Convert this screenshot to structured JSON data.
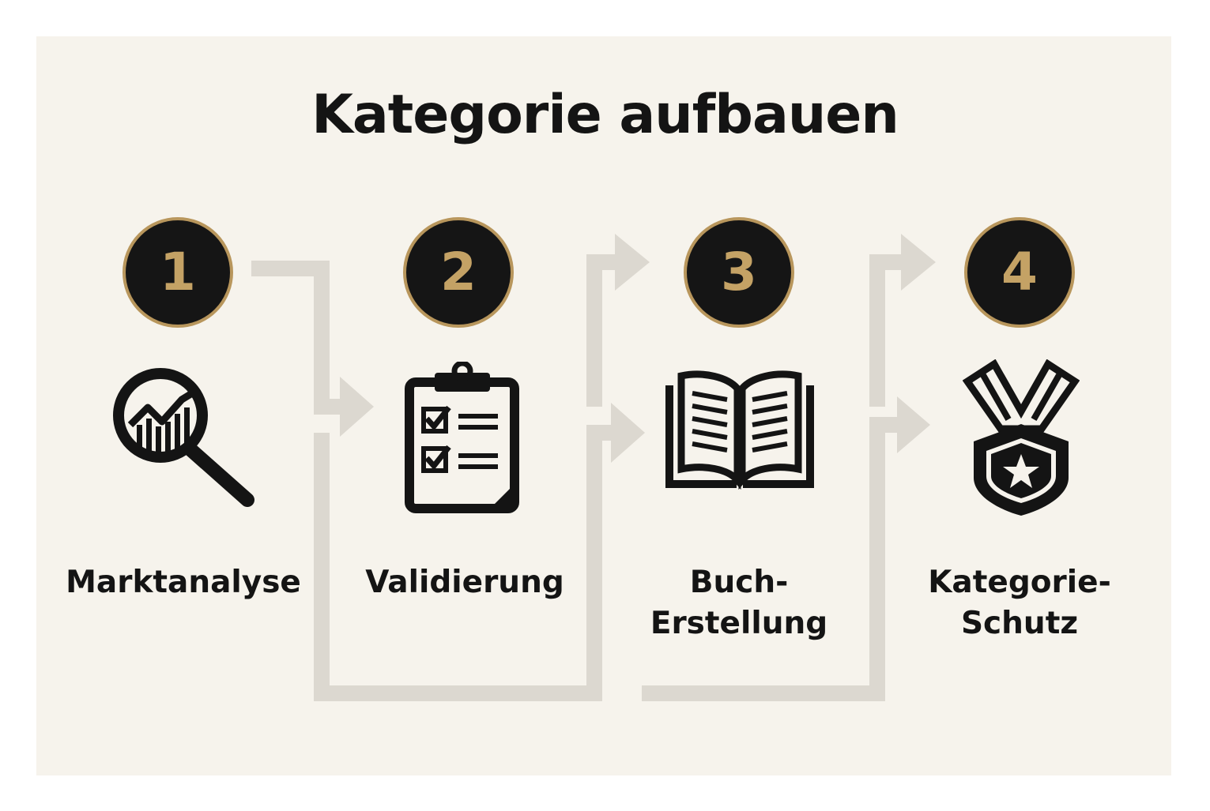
{
  "title": "Kategorie aufbauen",
  "colors": {
    "background": "#f6f3ec",
    "badge_fill": "#151515",
    "badge_accent": "#c4a265",
    "connector": "#dcd8d0",
    "text": "#141414"
  },
  "steps": [
    {
      "number": "1",
      "label_lines": [
        "Marktanalyse"
      ],
      "icon": "magnifier-chart-icon"
    },
    {
      "number": "2",
      "label_lines": [
        "Validierung"
      ],
      "icon": "clipboard-checklist-icon"
    },
    {
      "number": "3",
      "label_lines": [
        "Buch-",
        "Erstellung"
      ],
      "icon": "open-book-icon"
    },
    {
      "number": "4",
      "label_lines": [
        "Kategorie-",
        "Schutz"
      ],
      "icon": "medal-star-icon"
    }
  ]
}
